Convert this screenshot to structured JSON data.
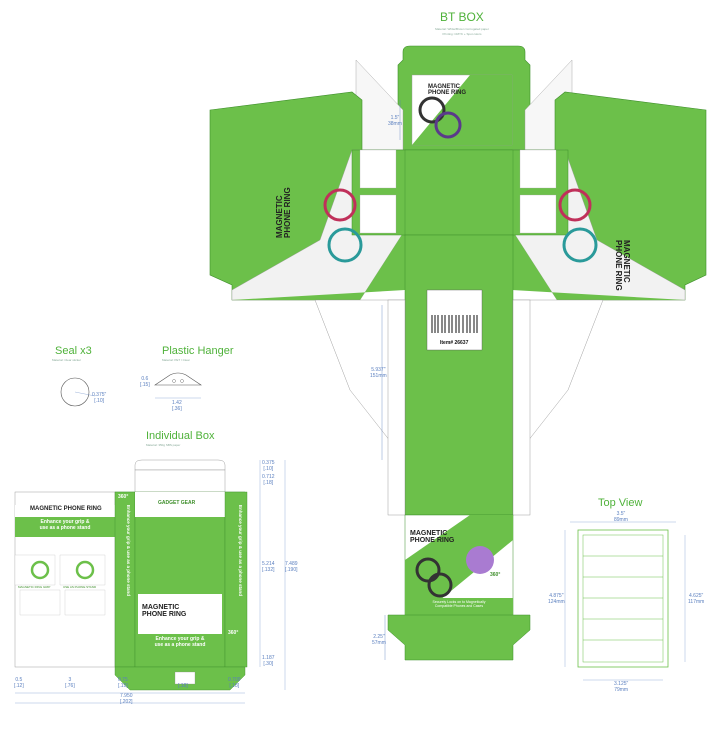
{
  "titles": {
    "bt_box": "BT BOX",
    "seal": "Seal x3",
    "hanger": "Plastic Hanger",
    "individual": "Individual Box",
    "top_view": "Top View"
  },
  "product": {
    "name": "MAGNETIC PHONE RING",
    "name_line1": "MAGNETIC",
    "name_line2": "PHONE RING",
    "brand": "GADGET GEAR",
    "tagline_line1": "Enhance your grip &",
    "tagline_line2": "use as a phone stand",
    "badge_360": "360°",
    "compat_line1": "Securely Locks on to Magnetically",
    "compat_line2": "Compatible Phones and Cases",
    "item_code": "Item# 26637",
    "feature_label_1": "MAGNETIC RING GRIP",
    "feature_label_2": "USE AS PHONE STAND"
  },
  "dimensions": {
    "bt_1_5": "1.5\"",
    "bt_38mm": "38mm",
    "bt_5_937": "5.937\"",
    "bt_151mm": "151mm",
    "bt_2_25": "2.25\"",
    "bt_57mm": "57mm",
    "seal_375": "0.375\"",
    "seal_10": "[.10]",
    "hanger_06": "0.6",
    "hanger_15": "[.15]",
    "hanger_142": "1.42",
    "hanger_36": "[.36]",
    "ib_375": "0.375",
    "ib_10": "[.10]",
    "ib_712": "0.712",
    "ib_18": "[.18]",
    "ib_5214": "5.214",
    "ib_132": "[.132]",
    "ib_7489": "7.489",
    "ib_190": "[.190]",
    "ib_1187": "1.187",
    "ib_30": "[.30]",
    "ib_05": "0.5",
    "ib_12": "[.12]",
    "ib_3": "3",
    "ib_76": "[.76]",
    "ib_075": "0.75",
    "ib_19": "[.19]",
    "ib_0709": "0.709",
    "ib_18b": "[.18]",
    "ib_18c": "[.18]",
    "ib_7950": "7.950",
    "ib_202": "[.202]",
    "tv_35": "3.5\"",
    "tv_89": "89mm",
    "tv_4875": "4.875\"",
    "tv_124": "124mm",
    "tv_4625": "4.625\"",
    "tv_117": "117mm",
    "tv_3125": "3.125\"",
    "tv_79": "79mm"
  },
  "notes": {
    "bt_note_line1": "Material: White/Brown Corrugated paper",
    "bt_note_line2": "Printing: CMYK + Spot colors",
    "hanger_note": "Material: PET / Clear",
    "seal_note": "Material: Clear sticker",
    "ib_note": "Material: 350g SBS paper"
  },
  "colors": {
    "green": "#6cc04a",
    "dark_green": "#3f8f2c",
    "dim_blue": "#5a7fbf",
    "panel_white": "#f4f4f4"
  }
}
